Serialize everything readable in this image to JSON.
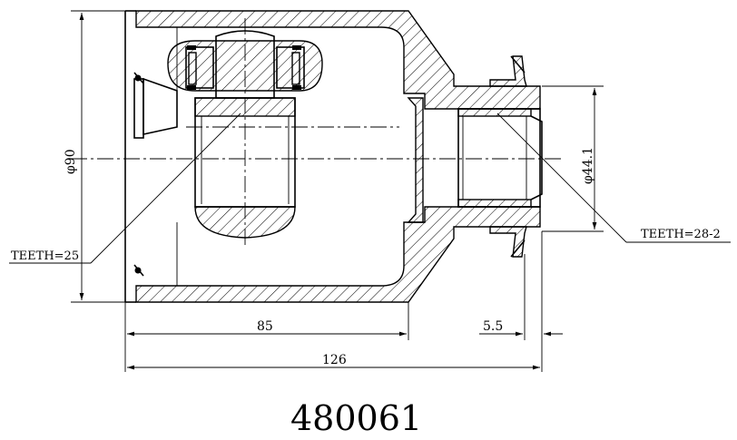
{
  "dimensions": {
    "outer_diameter": "φ90",
    "inner_diameter": "φ44.1",
    "length_85": "85",
    "length_5_5": "5.5",
    "length_126": "126"
  },
  "labels": {
    "teeth_left": "TEETH=25",
    "teeth_right": "TEETH=28-2"
  },
  "part_number": "480061"
}
